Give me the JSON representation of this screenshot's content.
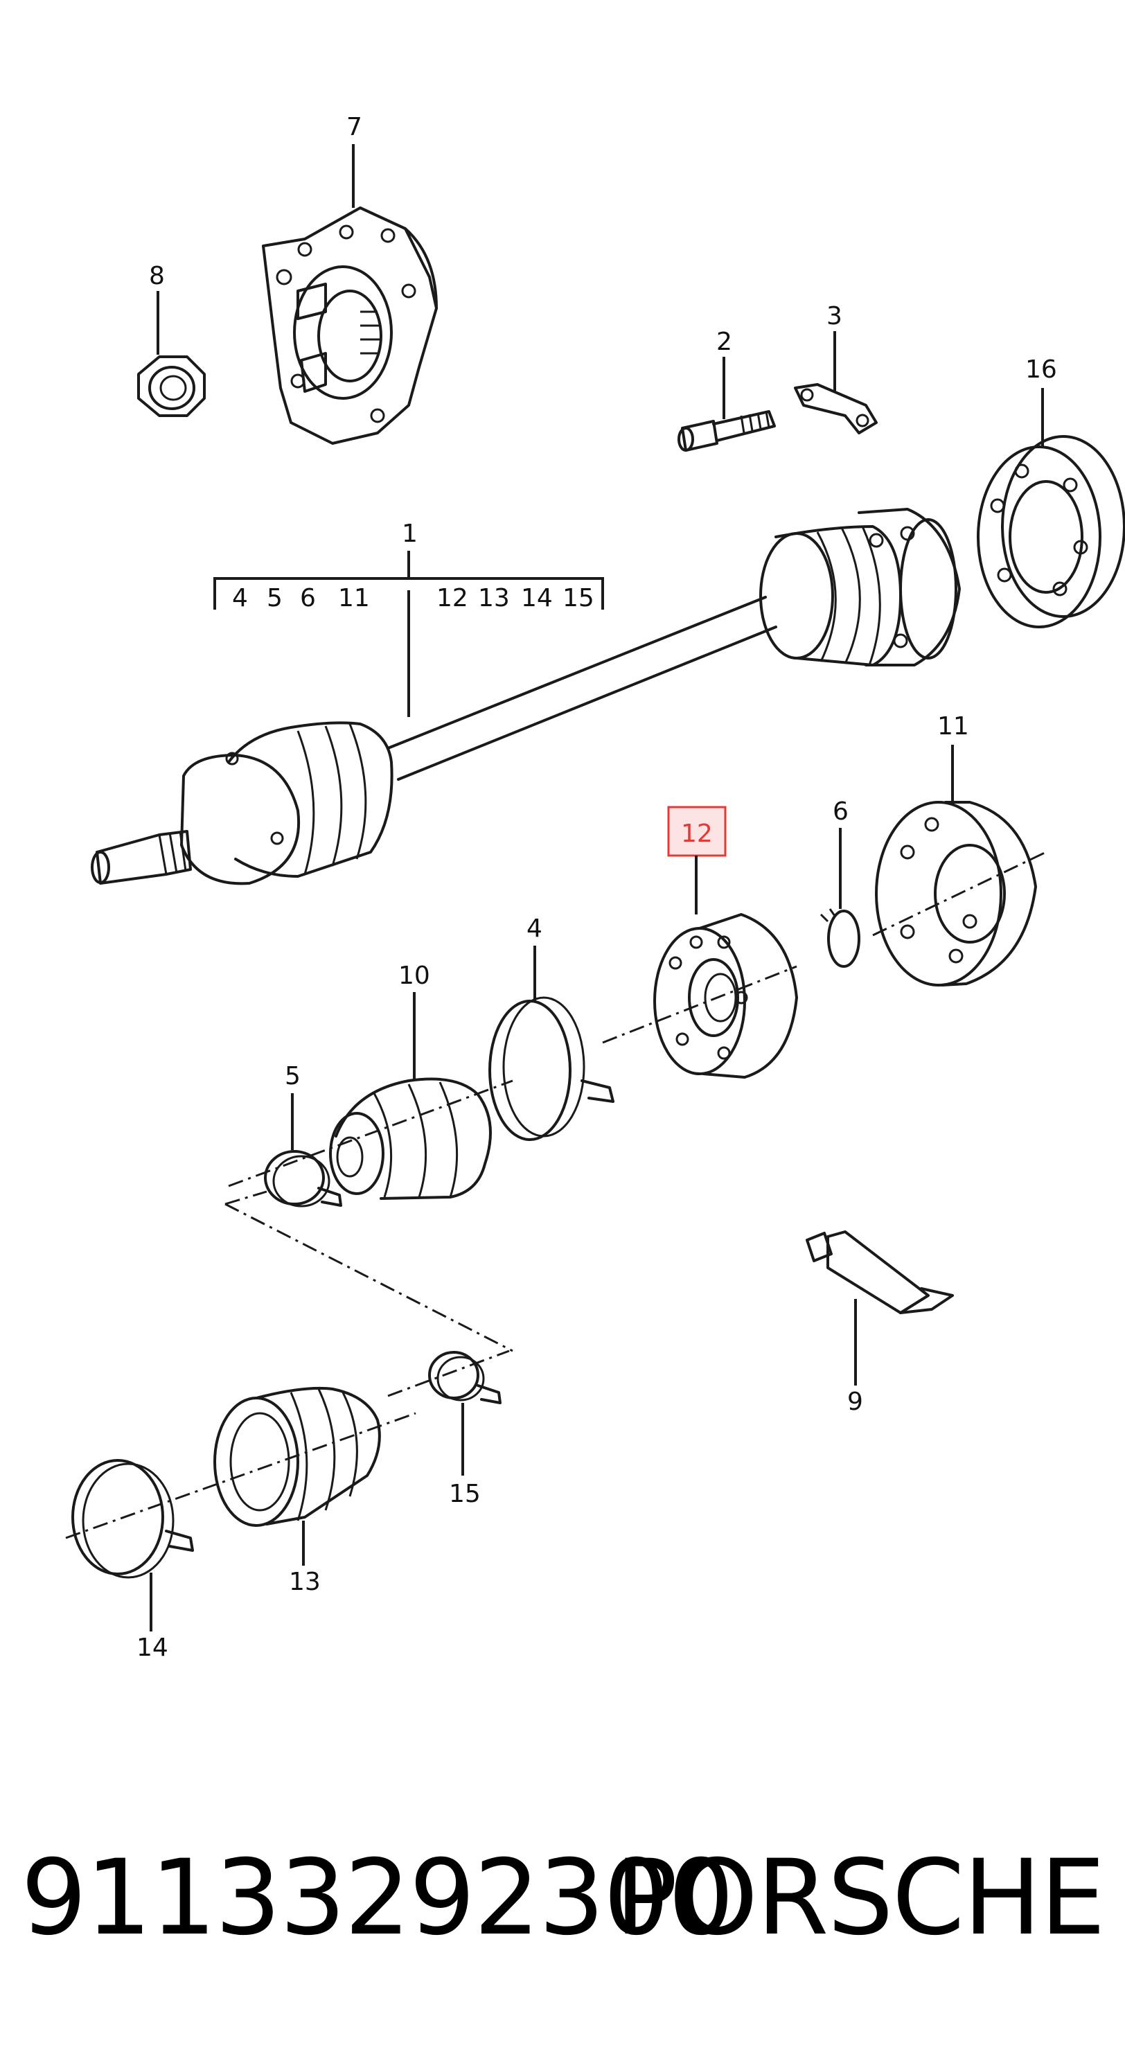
{
  "callouts": {
    "c1": "1",
    "c2": "2",
    "c3": "3",
    "c4": "4",
    "c5": "5",
    "c6": "6",
    "c7": "7",
    "c8": "8",
    "c9": "9",
    "c10": "10",
    "c11": "11",
    "c12": "12",
    "c13": "13",
    "c14": "14",
    "c15": "15",
    "c16": "16"
  },
  "bracket": {
    "left_items": [
      "4",
      "5",
      "6",
      "11"
    ],
    "right_items": [
      "12",
      "13",
      "14",
      "15"
    ]
  },
  "highlight_color": "#e53935",
  "footer": {
    "part_number": "91133292300",
    "brand": "PORSCHE"
  }
}
